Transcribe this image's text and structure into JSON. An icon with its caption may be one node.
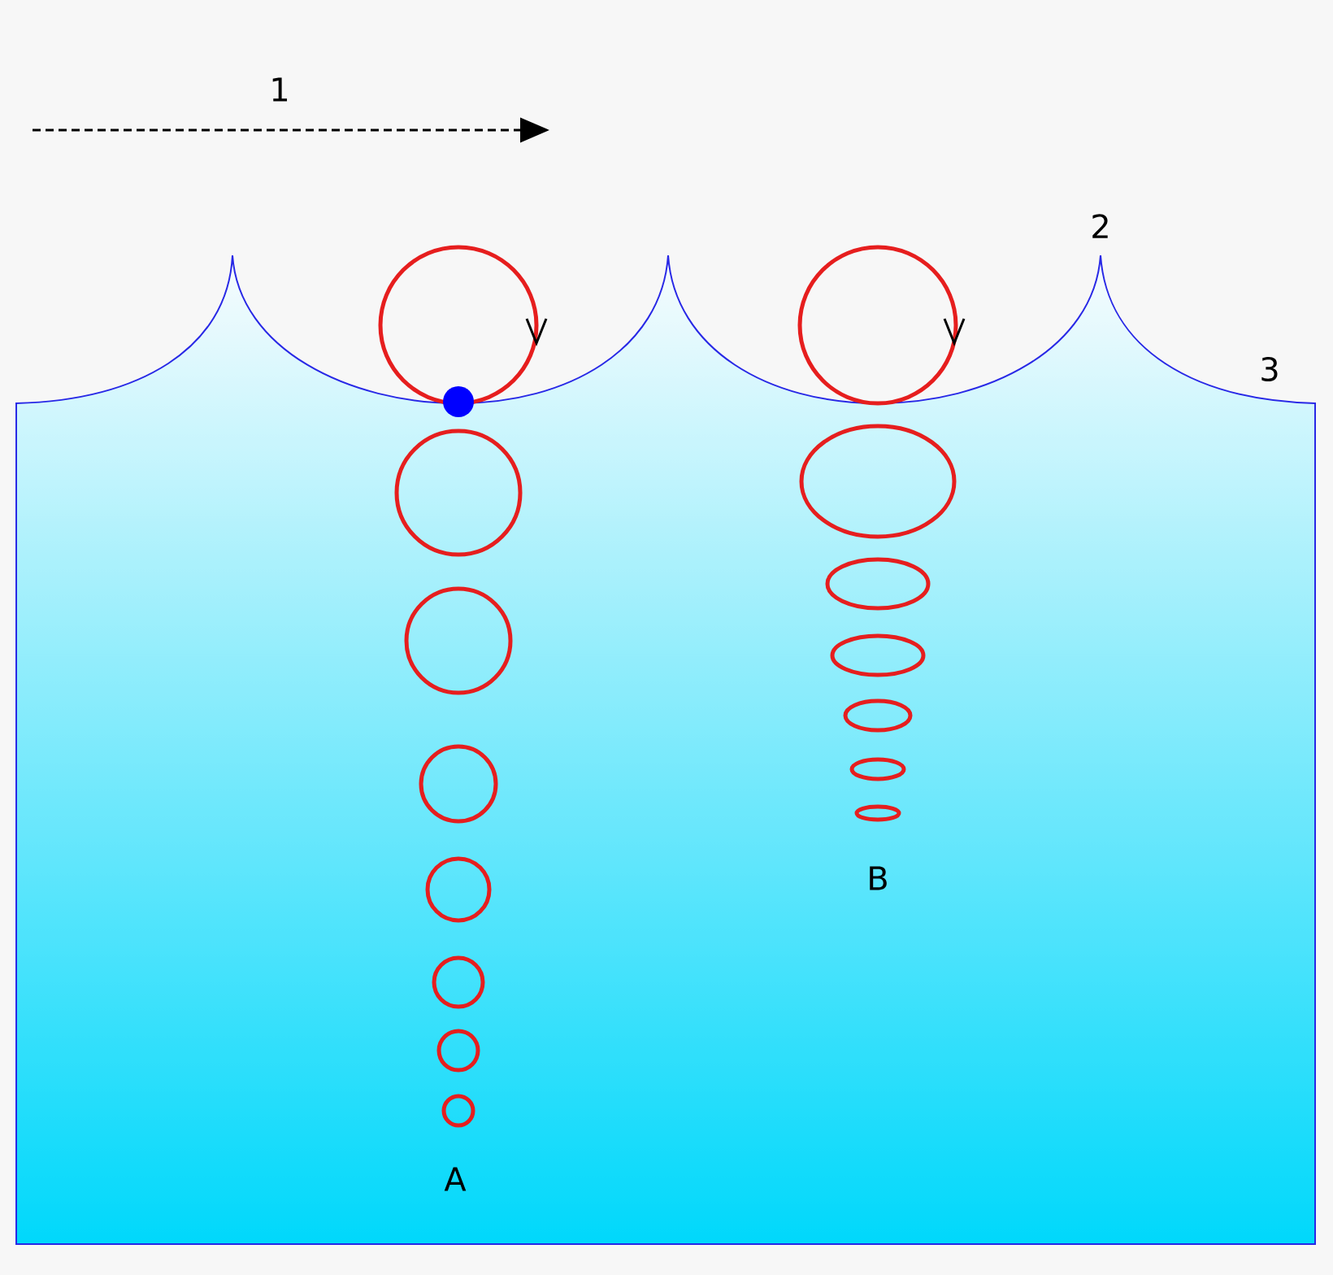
{
  "diagram": {
    "labels": [
      "1",
      "2",
      "3",
      "A",
      "B"
    ]
  }
}
